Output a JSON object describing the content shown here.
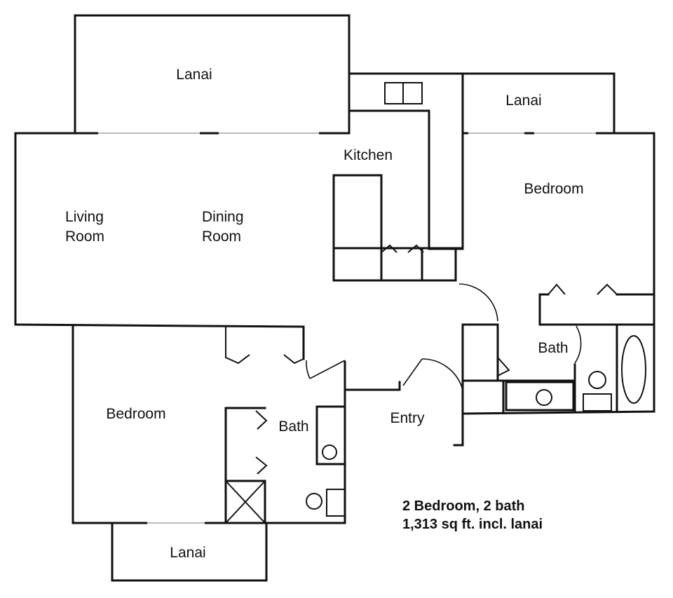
{
  "rooms": {
    "lanai_top": "Lanai",
    "lanai_right": "Lanai",
    "lanai_bottom": "Lanai",
    "kitchen": "Kitchen",
    "bedroom_right": "Bedroom",
    "living_room": [
      "Living",
      "Room"
    ],
    "dining_room": [
      "Dining",
      "Room"
    ],
    "bath_right": "Bath",
    "bedroom_left": "Bedroom",
    "bath_left": "Bath",
    "entry": "Entry"
  },
  "caption": {
    "line1": "2 Bedroom, 2 bath",
    "line2": "1,313 sq ft. incl. lanai"
  }
}
